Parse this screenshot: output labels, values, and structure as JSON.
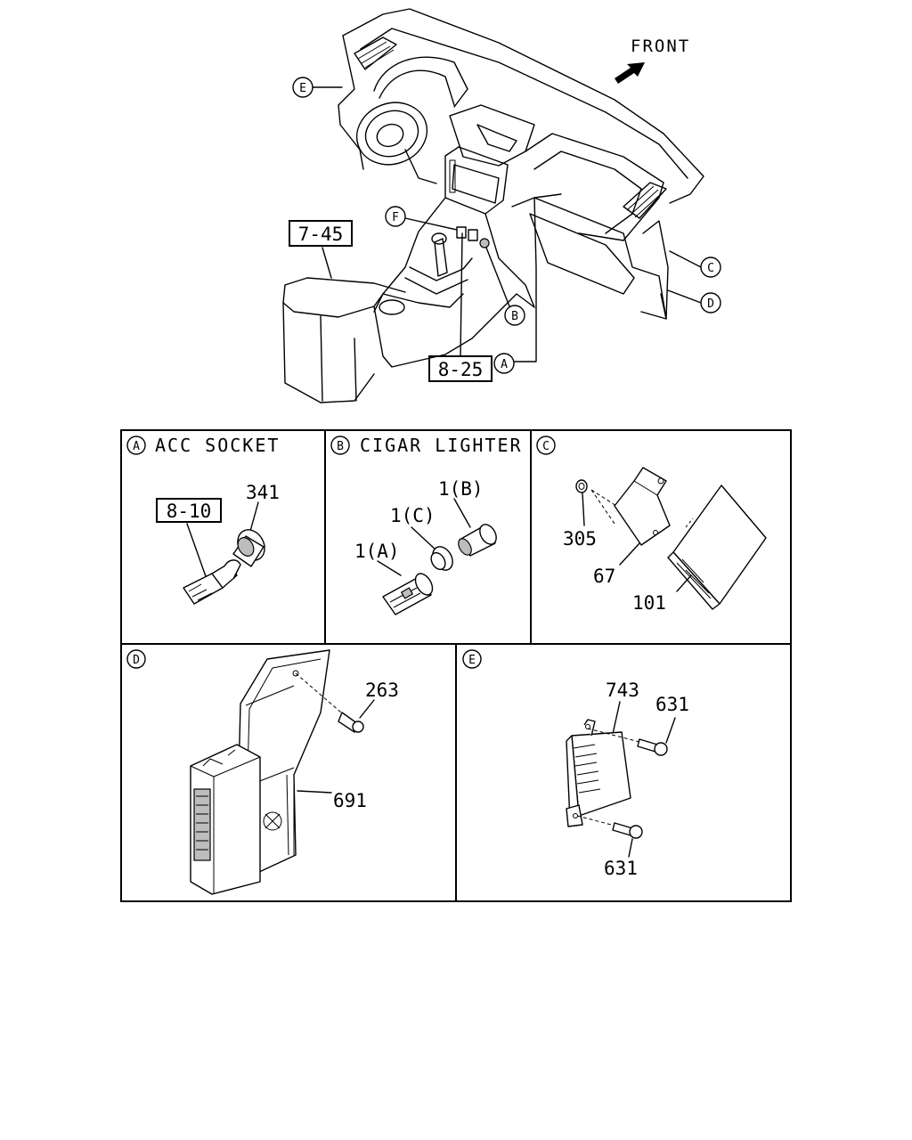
{
  "overview": {
    "front": "FRONT",
    "ref_boxes": [
      "7-45",
      "8-25"
    ],
    "callouts": [
      "E",
      "F",
      "B",
      "A",
      "C",
      "D"
    ]
  },
  "panels": {
    "A": {
      "letter": "A",
      "title": "ACC SOCKET",
      "ref_box": "8-10",
      "parts": [
        "341"
      ]
    },
    "B": {
      "letter": "B",
      "title": "CIGAR LIGHTER",
      "parts": [
        "1(B)",
        "1(C)",
        "1(A)"
      ]
    },
    "C": {
      "letter": "C",
      "parts": [
        "305",
        "67",
        "101"
      ]
    },
    "D": {
      "letter": "D",
      "parts": [
        "263",
        "691"
      ]
    },
    "E": {
      "letter": "E",
      "parts": [
        "743",
        "631",
        "631"
      ]
    }
  }
}
